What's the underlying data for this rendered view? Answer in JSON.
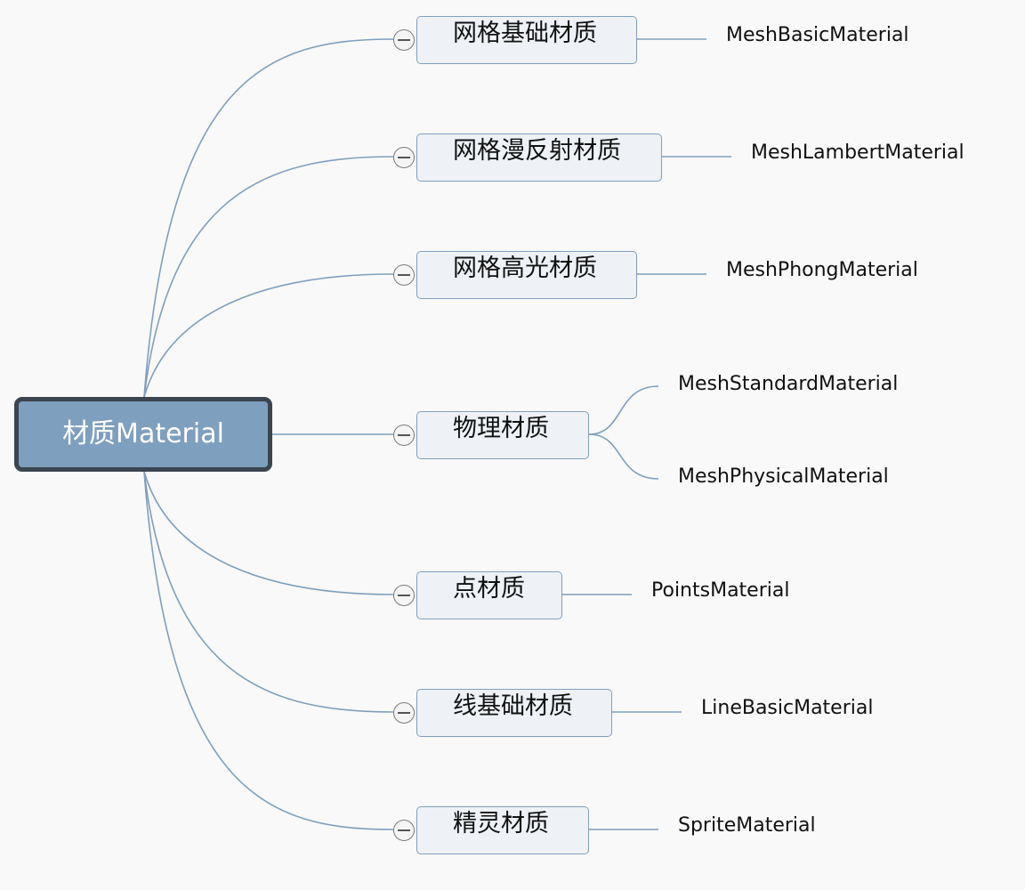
{
  "root": {
    "label": "材质Material"
  },
  "branches": [
    {
      "label": "网格基础材质",
      "leaves": [
        "MeshBasicMaterial"
      ]
    },
    {
      "label": "网格漫反射材质",
      "leaves": [
        "MeshLambertMaterial"
      ]
    },
    {
      "label": "网格高光材质",
      "leaves": [
        "MeshPhongMaterial"
      ]
    },
    {
      "label": "物理材质",
      "leaves": [
        "MeshStandardMaterial",
        "MeshPhysicalMaterial"
      ]
    },
    {
      "label": "点材质",
      "leaves": [
        "PointsMaterial"
      ]
    },
    {
      "label": "线基础材质",
      "leaves": [
        "LineBasicMaterial"
      ]
    },
    {
      "label": "精灵材质",
      "leaves": [
        "SpriteMaterial"
      ]
    }
  ],
  "colors": {
    "root_fill": "#7e9fbe",
    "root_border": "#3a4550",
    "node_fill": "#eef2f6",
    "connector": "#7f9fbe",
    "background": "#f9f9f9"
  },
  "icons": {
    "collapse": "collapse-minus-icon"
  }
}
